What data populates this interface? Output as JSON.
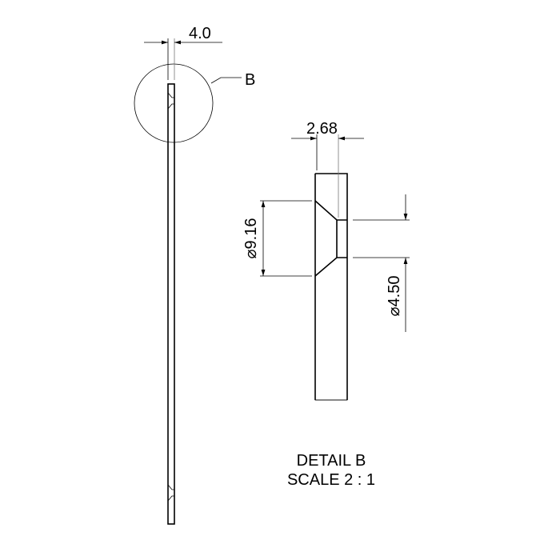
{
  "main_view": {
    "thickness_dim": "4.0",
    "detail_callout": "B"
  },
  "detail_view": {
    "thickness_dim": "2.68",
    "countersink_dim": "⌀9.16",
    "hole_dim": "⌀4.50",
    "title": "DETAIL B",
    "scale": "SCALE 2 : 1"
  }
}
